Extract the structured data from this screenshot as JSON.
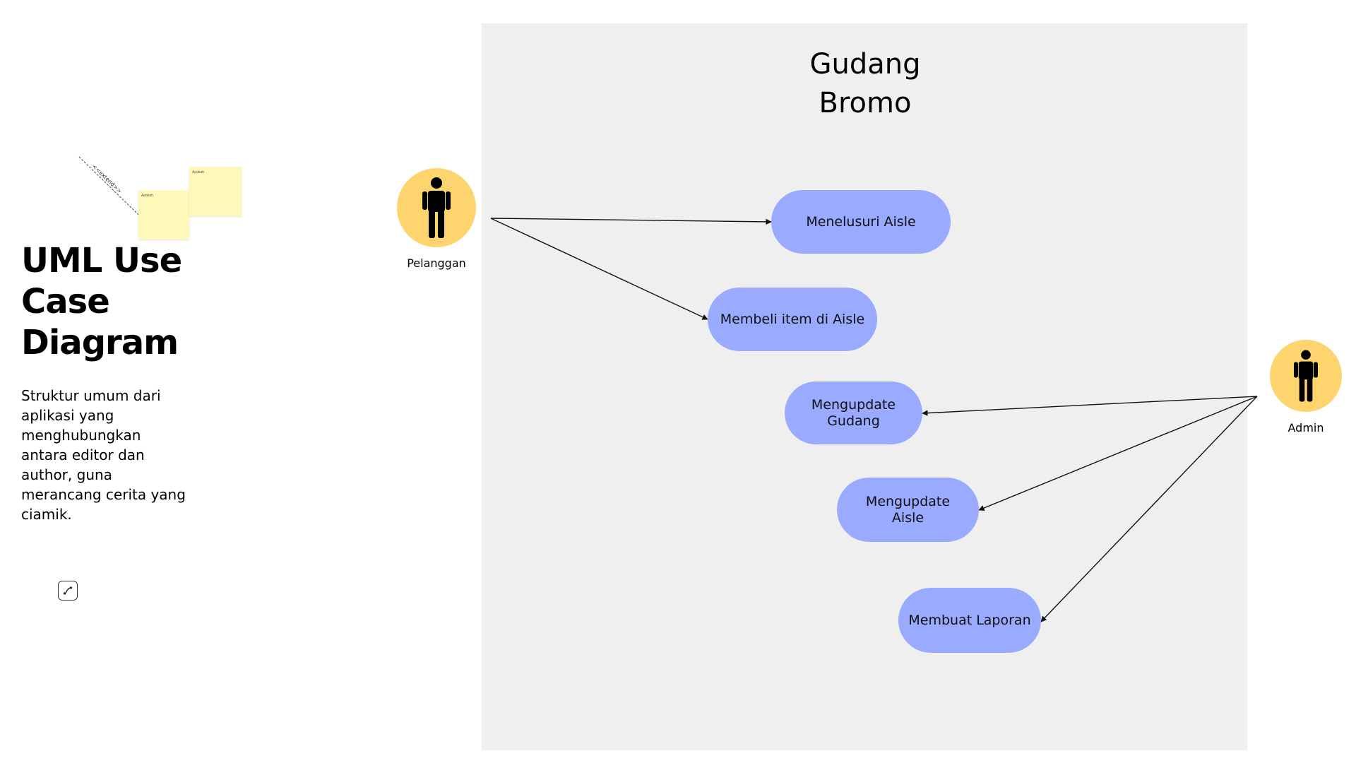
{
  "left_panel": {
    "title": "UML Use Case Diagram",
    "description": "Struktur umum dari aplikasi yang menghubungkan antara editor dan author, guna merancang cerita yang ciamik.",
    "sticky_note_1": "Apakah",
    "sticky_note_2": "Apakah",
    "extend_label": "<<extend>>"
  },
  "diagram": {
    "title_line_1": "Gudang",
    "title_line_2": "Bromo",
    "actors": {
      "customer": "Pelanggan",
      "admin": "Admin"
    },
    "use_cases": {
      "browse_aisle": "Menelusuri Aisle",
      "buy_item": "Membeli item di Aisle",
      "update_warehouse_1": "Mengupdate",
      "update_warehouse_2": "Gudang",
      "update_aisle_1": "Mengupdate",
      "update_aisle_2": "Aisle",
      "make_report": "Membuat Laporan"
    }
  },
  "colors": {
    "board": "#efefef",
    "actor": "#fed46e",
    "use_case": "#99aaff",
    "sticky": "#fef9b9"
  },
  "icons": {
    "actor": "person-icon",
    "tool": "connector-icon"
  }
}
